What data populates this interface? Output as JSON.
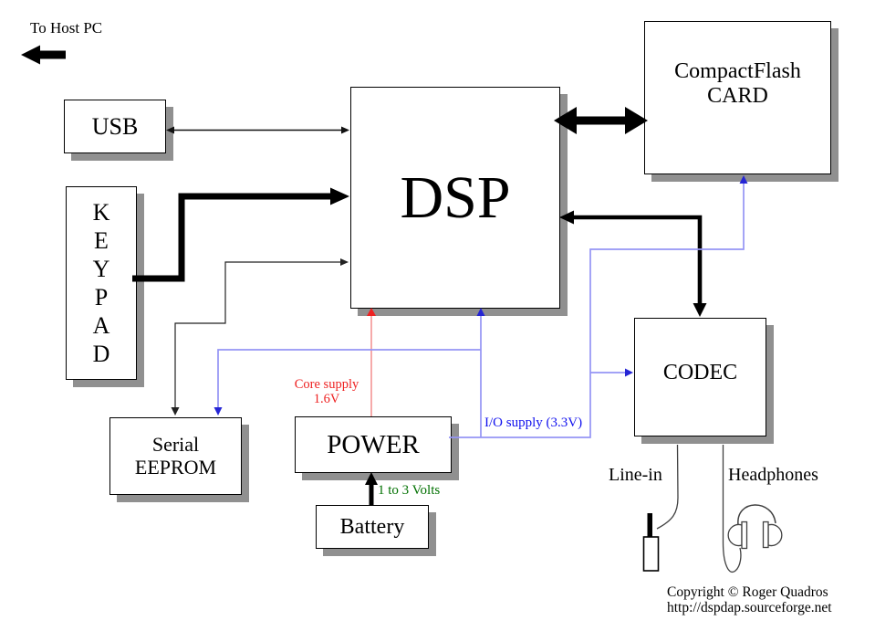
{
  "diagram": {
    "kind": "block-diagram",
    "subject": "DSP digital audio player architecture"
  },
  "header": {
    "to_host_pc": "To Host PC"
  },
  "nodes": {
    "usb": {
      "label": "USB"
    },
    "keypad": {
      "label": "K\nE\nY\nP\nA\nD"
    },
    "dsp": {
      "label": "DSP"
    },
    "compactflash": {
      "label": "CompactFlash\nCARD"
    },
    "codec": {
      "label": "CODEC"
    },
    "serial_eeprom": {
      "label": "Serial\nEEPROM"
    },
    "power": {
      "label": "POWER"
    },
    "battery": {
      "label": "Battery"
    }
  },
  "annotations": {
    "core_supply": "Core supply\n1.6V",
    "io_supply": "I/O supply (3.3V)",
    "battery_voltage": "1 to 3 Volts",
    "line_in": "Line-in",
    "headphones": "Headphones",
    "copyright": "Copyright © Roger Quadros\nhttp://dspdap.sourceforge.net"
  },
  "edges": [
    {
      "from": "Host PC",
      "to": "USB",
      "style": "thick-black-block-arrow",
      "direction": "out-to-host"
    },
    {
      "from": "USB",
      "to": "DSP",
      "style": "thin-black",
      "direction": "both"
    },
    {
      "from": "KEYPAD",
      "to": "DSP",
      "style": "thick-black",
      "direction": "to"
    },
    {
      "from": "DSP",
      "to": "Serial EEPROM",
      "style": "thin-black",
      "direction": "both"
    },
    {
      "from": "DSP",
      "to": "CompactFlash CARD",
      "style": "thick-black-double-arrow",
      "direction": "both"
    },
    {
      "from": "DSP",
      "to": "CODEC",
      "style": "thick-black",
      "direction": "both"
    },
    {
      "from": "Battery",
      "to": "POWER",
      "style": "thick-black",
      "direction": "to",
      "label": "1 to 3 Volts"
    },
    {
      "from": "POWER",
      "to": "DSP",
      "style": "red-supply",
      "direction": "to",
      "label": "Core supply 1.6V"
    },
    {
      "from": "POWER",
      "to": "DSP",
      "style": "blue-supply",
      "direction": "to",
      "label": "I/O supply (3.3V)"
    },
    {
      "from": "POWER",
      "to": "CompactFlash CARD",
      "style": "blue-supply",
      "direction": "to"
    },
    {
      "from": "POWER",
      "to": "CODEC",
      "style": "blue-supply",
      "direction": "to"
    },
    {
      "from": "POWER",
      "to": "Serial EEPROM",
      "style": "blue-supply",
      "direction": "to"
    },
    {
      "from": "CODEC",
      "to": "Line-in",
      "style": "audio-wire"
    },
    {
      "from": "CODEC",
      "to": "Headphones",
      "style": "audio-wire"
    }
  ],
  "colors": {
    "background": "#ffffff",
    "box_border": "#000000",
    "box_shadow": "#909090",
    "black_connector": "#000000",
    "core_supply_line": "#f5a0a0",
    "core_supply_arrow": "#ee2222",
    "core_supply_text": "#ee2222",
    "io_supply_line": "#9595f5",
    "io_supply_arrow": "#2525d5",
    "io_supply_text": "#1111ee",
    "battery_voltage_text": "#007000"
  }
}
